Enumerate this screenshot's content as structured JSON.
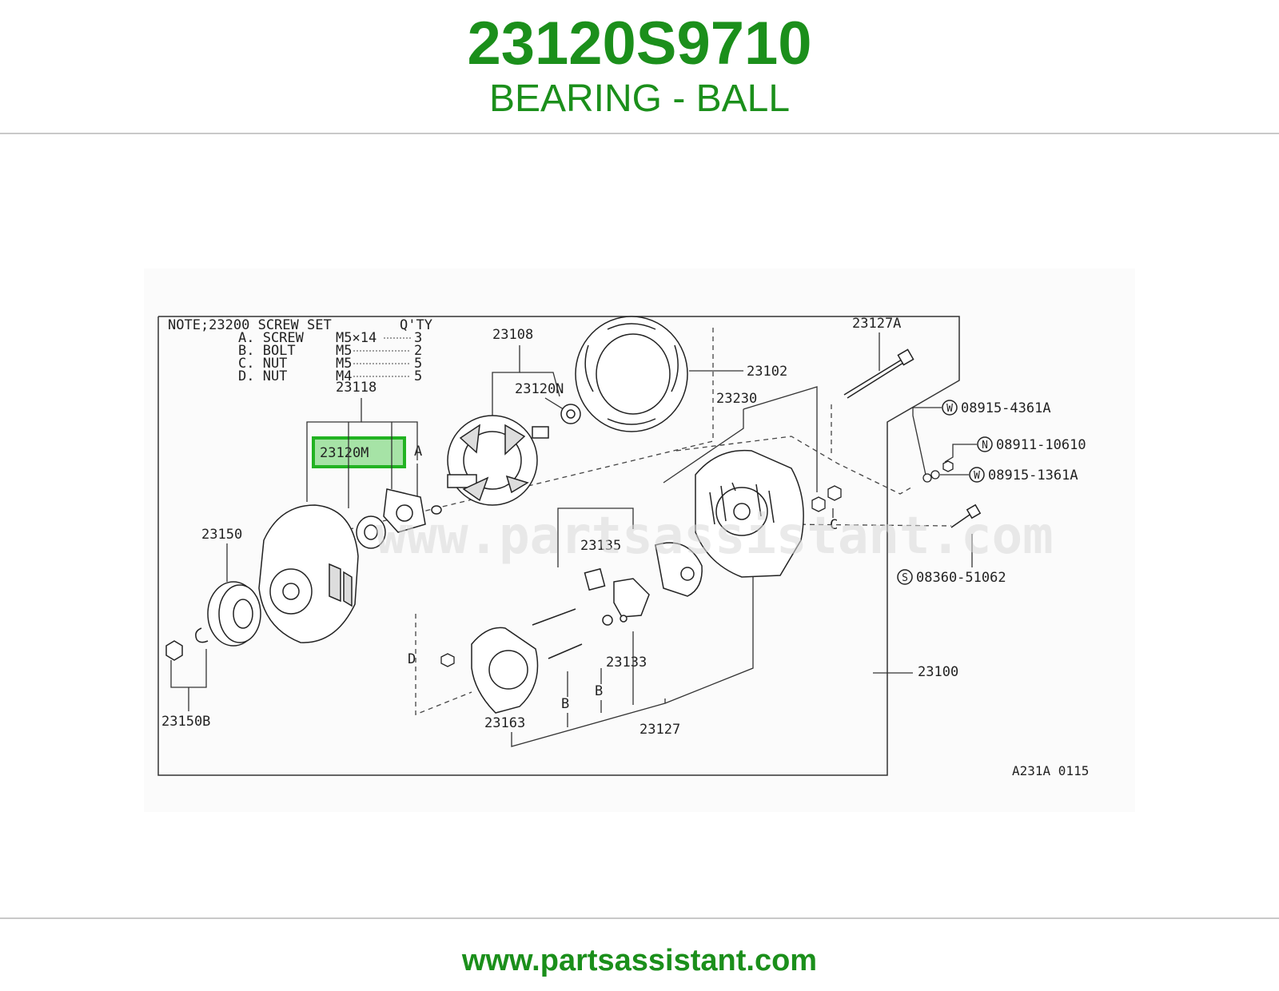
{
  "header": {
    "part_number": "23120S9710",
    "part_name": "BEARING - BALL"
  },
  "colors": {
    "brand_green": "#1b8f1b",
    "highlight_fill": "#a6e3a6",
    "highlight_border": "#22b322",
    "line": "#333333"
  },
  "note": {
    "title": "NOTE;23200 SCREW SET",
    "qty_header": "Q'TY",
    "rows": [
      {
        "id": "A. SCREW",
        "size": "M5×14",
        "qty": "3"
      },
      {
        "id": "B. BOLT",
        "size": "M5",
        "qty": "2"
      },
      {
        "id": "C. NUT",
        "size": "M5",
        "qty": "5"
      },
      {
        "id": "D. NUT",
        "size": "M4",
        "qty": "5"
      }
    ]
  },
  "labels": {
    "p23108": "23108",
    "p23102": "23102",
    "p23127A": "23127A",
    "p23118": "23118",
    "p23120N": "23120N",
    "p23230": "23230",
    "p23120M": "23120M",
    "pA": "A",
    "w08915_4361A": "08915-4361A",
    "n08911_10610": "08911-10610",
    "w08915_1361A": "08915-1361A",
    "p23150": "23150",
    "p23135": "23135",
    "pC": "C",
    "s08360_51062": "08360-51062",
    "pD": "D",
    "p23133": "23133",
    "p23100": "23100",
    "pB1": "B",
    "pB2": "B",
    "p23150B": "23150B",
    "p23163": "23163",
    "p23127": "23127",
    "code": "A231A 0115",
    "circle_W1": "W",
    "circle_N": "N",
    "circle_W2": "W",
    "circle_S": "S"
  },
  "watermark": "www.partsassistant.com",
  "footer": {
    "url": "www.partsassistant.com"
  }
}
